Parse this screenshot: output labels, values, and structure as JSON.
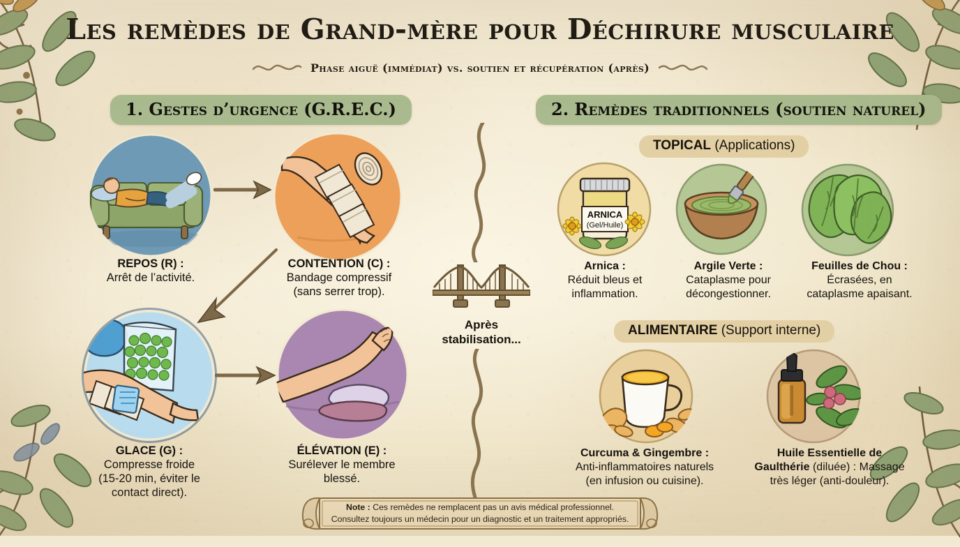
{
  "title": "Les remèdes de Grand-mère pour Déchirure musculaire",
  "subtitle": "Phase aiguë (immédiat) vs. soutien et récupération (après)",
  "sections": {
    "left": {
      "banner": "1. Gestes d’urgence (G.R.E.C.)"
    },
    "right": {
      "banner": "2. Remèdes traditionnels (soutien naturel)"
    }
  },
  "subsections": {
    "topical": {
      "strong": "TOPICAL",
      "rest": " (Applications)"
    },
    "alimentaire": {
      "strong": "ALIMENTAIRE",
      "rest": " (Support interne)"
    }
  },
  "grec": [
    {
      "title": "REPOS (R) :",
      "desc": "Arrêt de l’activité.",
      "icon": "person-resting-on-sofa-icon",
      "color": "#6e9ab5"
    },
    {
      "title": "CONTENTION (C) :",
      "desc": "Bandage compressif\n(sans serrer trop).",
      "icon": "bandaged-leg-icon",
      "color": "#eda05a"
    },
    {
      "title": "GLACE (G) :",
      "desc": "Compresse froide\n(15-20 min, éviter le\ncontact direct).",
      "icon": "ice-pack-icon",
      "color": "#b8dcee"
    },
    {
      "title": "ÉLÉVATION (E) :",
      "desc": "Surélever le membre\nblessé.",
      "icon": "elevated-leg-on-pillow-icon",
      "color": "#a987b0"
    }
  ],
  "bridge": {
    "label": "Après\nstabilisation...",
    "icon": "suspension-bridge-icon"
  },
  "topical_remedies": [
    {
      "title": "Arnica :",
      "desc": "Réduit bleus et\ninflammation.",
      "icon": "arnica-jar-icon",
      "jar_label": "ARNICA",
      "jar_sub": "(Gel/Huile)",
      "color": "#f0dca4"
    },
    {
      "title": "Argile Verte :",
      "desc": "Cataplasme pour\ndécongestionner.",
      "icon": "clay-bowl-brush-icon",
      "color": "#b5c794"
    },
    {
      "title": "Feuilles de Chou :",
      "desc": "Écrasées, en\ncataplasme apaisant.",
      "icon": "cabbage-leaves-icon",
      "color": "#b5c794"
    }
  ],
  "food_remedies": [
    {
      "title": "Curcuma & Gingembre :",
      "desc": "Anti-inflammatoires naturels\n(en infusion ou cuisine).",
      "icon": "turmeric-tea-cup-icon",
      "color": "#e8cf9c"
    },
    {
      "title_strong": "Huile Essentielle de\nGaulthérie",
      "title_rest": " (diluée) : Massage",
      "desc": "très léger (anti-douleur).",
      "icon": "essential-oil-dropper-icon",
      "color": "#ddc4a2"
    }
  ],
  "note": {
    "line1_strong": "Note :",
    "line1": " Ces remèdes ne remplacent pas un avis médical professionnel.",
    "line2": "Consultez toujours un médecin pour un diagnostic et un traitement appropriés."
  },
  "colors": {
    "paper": "#f3ead3",
    "banner_green": "#a9bb8e",
    "sub_banner_tan": "#e3cfa4",
    "arrow_brown": "#7d6847",
    "ink": "#15120d"
  }
}
